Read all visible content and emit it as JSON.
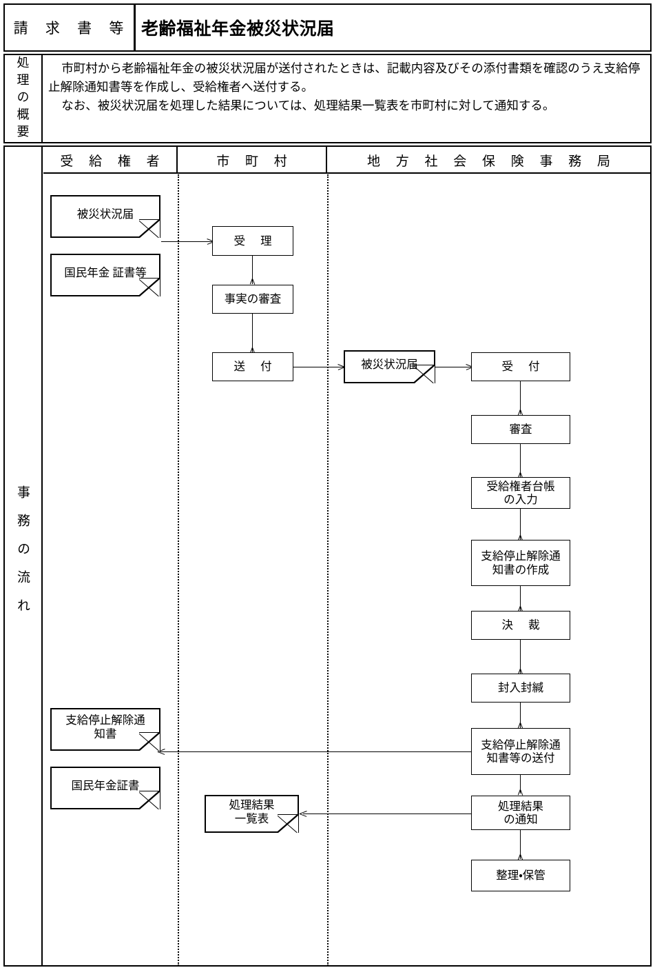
{
  "header": {
    "doc_type_label": "請 求 書 等",
    "title": "老齢福祉年金被災状況届"
  },
  "summary": {
    "label": "処理の概要",
    "paragraphs": [
      "市町村から老齢福祉年金の被災状況届が送付されたときは、記載内容及びその添付書類を確認のうえ支給停止解除通知書等を作成し、受給権者へ送付する。",
      "なお、被災状況届を処理した結果については、処理結果一覧表を市町村に対して通知する。"
    ]
  },
  "flow": {
    "label": "事務の流れ",
    "lanes": [
      {
        "title": "受 給 権 者"
      },
      {
        "title": "市 町 村"
      },
      {
        "title": "地 方 社 会 保 険 事 務 局"
      }
    ],
    "nodes": {
      "recipient_damage_report": "被災状況届",
      "recipient_pension_cert": "国民年金\n証書等",
      "muni_accept": "受 理",
      "muni_fact_review": "事実の審査",
      "muni_send": "送 付",
      "transfer_damage_report": "被災状況届",
      "office_receive": "受 付",
      "office_review": "審査",
      "office_ledger_input": "受給権者台帳\nの入力",
      "office_notice_create": "支給停止解除通\n知書の作成",
      "office_approval": "決 裁",
      "office_seal": "封入封緘",
      "office_notice_send": "支給停止解除通\n知書等の送付",
      "office_result_notice": "処理結果\nの通知",
      "office_archive": "整理・保管",
      "recipient_suspension_notice": "支給停止解除通\n知書",
      "recipient_pension_certificate": "国民年金証書",
      "muni_result_list": "処理結果\n一覧表"
    }
  },
  "colors": {
    "line": "#000000",
    "background": "#ffffff"
  }
}
